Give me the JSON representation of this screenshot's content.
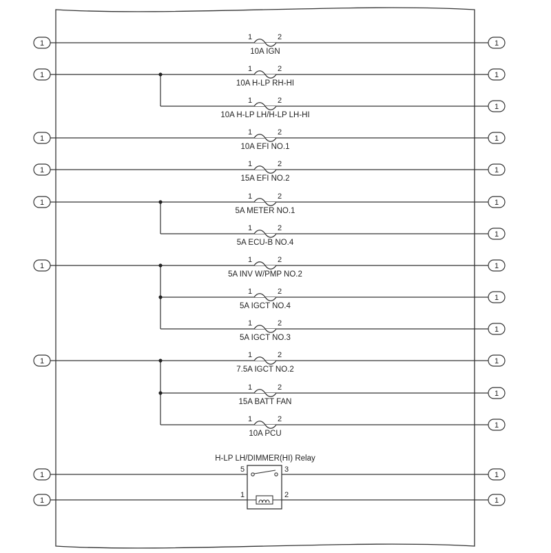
{
  "connector_label": "1",
  "pin_a": "1",
  "pin_b": "2",
  "fuses": [
    {
      "label": "10A IGN"
    },
    {
      "label": "10A H-LP RH-HI"
    },
    {
      "label": "10A H-LP LH/H-LP LH-HI"
    },
    {
      "label": "10A EFI NO.1"
    },
    {
      "label": "15A EFI NO.2"
    },
    {
      "label": "5A METER NO.1"
    },
    {
      "label": "5A ECU-B NO.4"
    },
    {
      "label": "5A INV W/PMP NO.2"
    },
    {
      "label": "5A IGCT NO.4"
    },
    {
      "label": "5A IGCT NO.3"
    },
    {
      "label": "7.5A IGCT NO.2"
    },
    {
      "label": "15A BATT FAN"
    },
    {
      "label": "10A PCU"
    }
  ],
  "relay": {
    "title": "H-LP LH/DIMMER(HI) Relay",
    "switch_pin_left": "5",
    "switch_pin_right": "3",
    "coil_pin_left": "1",
    "coil_pin_right": "2"
  }
}
